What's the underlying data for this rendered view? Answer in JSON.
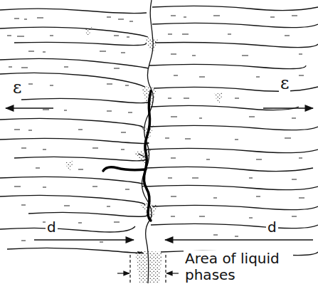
{
  "diagram": {
    "labels": [
      "ε",
      "ε",
      "d",
      "d",
      "Area of liquid phases"
    ]
  }
}
